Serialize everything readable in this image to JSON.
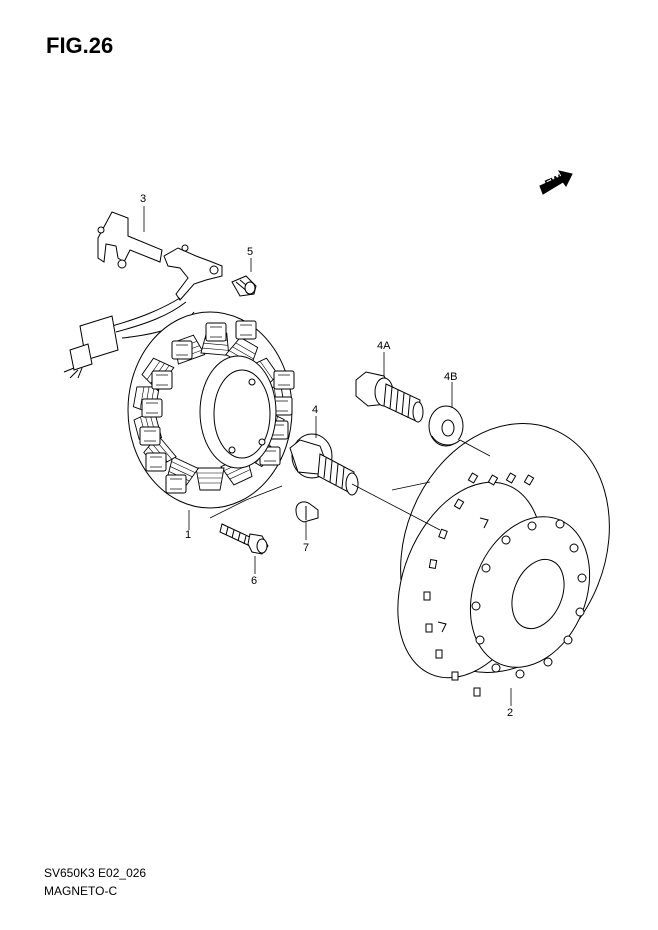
{
  "figure": {
    "title": "FIG.26"
  },
  "callouts": {
    "p1": "1",
    "p2": "2",
    "p3": "3",
    "p4": "4",
    "p4a": "4A",
    "p4b": "4B",
    "p5": "5",
    "p6": "6",
    "p7": "7"
  },
  "fwd_label": "FWD",
  "footer": {
    "code": "SV650K3 E02_026",
    "name": "MAGNETO-C"
  },
  "colors": {
    "line": "#000000",
    "background": "#ffffff"
  }
}
